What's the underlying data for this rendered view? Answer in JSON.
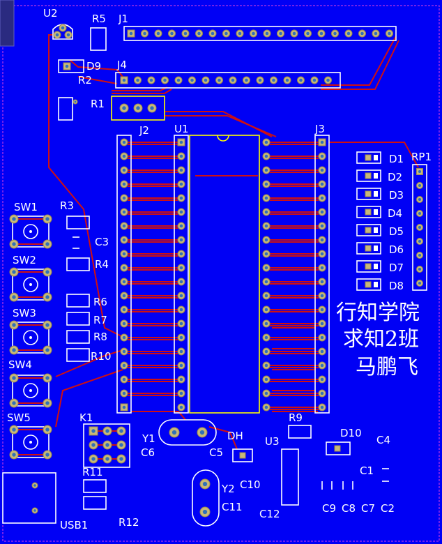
{
  "title_lines": [
    "行知学院",
    "求知2班",
    "马鹏飞"
  ],
  "colors": {
    "board": "#0000f5",
    "trace": "#d01010",
    "silk": "#ffffff",
    "pad": "#c8b878",
    "highlight": "#ffff00"
  },
  "labels": {
    "U2": "U2",
    "R5": "R5",
    "J1": "J1",
    "D9": "D9",
    "R2": "R2",
    "J4": "J4",
    "R1": "R1",
    "J2": "J2",
    "U1": "U1",
    "J3": "J3",
    "RP1": "RP1",
    "D1": "D1",
    "D2": "D2",
    "D3": "D3",
    "D4": "D4",
    "D5": "D5",
    "D6": "D6",
    "D7": "D7",
    "D8": "D8",
    "SW1": "SW1",
    "SW2": "SW2",
    "SW3": "SW3",
    "SW4": "SW4",
    "SW5": "SW5",
    "R3": "R3",
    "C3": "C3",
    "R4": "R4",
    "R6": "R6",
    "R7": "R7",
    "R8": "R8",
    "R10": "R10",
    "K1": "K1",
    "Y1": "Y1",
    "C6": "C6",
    "DH": "DH",
    "C5": "C5",
    "R9": "R9",
    "U3": "U3",
    "D10": "D10",
    "C4": "C4",
    "C1": "C1",
    "R11": "R11",
    "Y2": "Y2",
    "C10": "C10",
    "C11": "C11",
    "C12": "C12",
    "C9": "C9",
    "C8": "C8",
    "C7": "C7",
    "C2": "C2",
    "USB1": "USB1",
    "R12": "R12"
  }
}
